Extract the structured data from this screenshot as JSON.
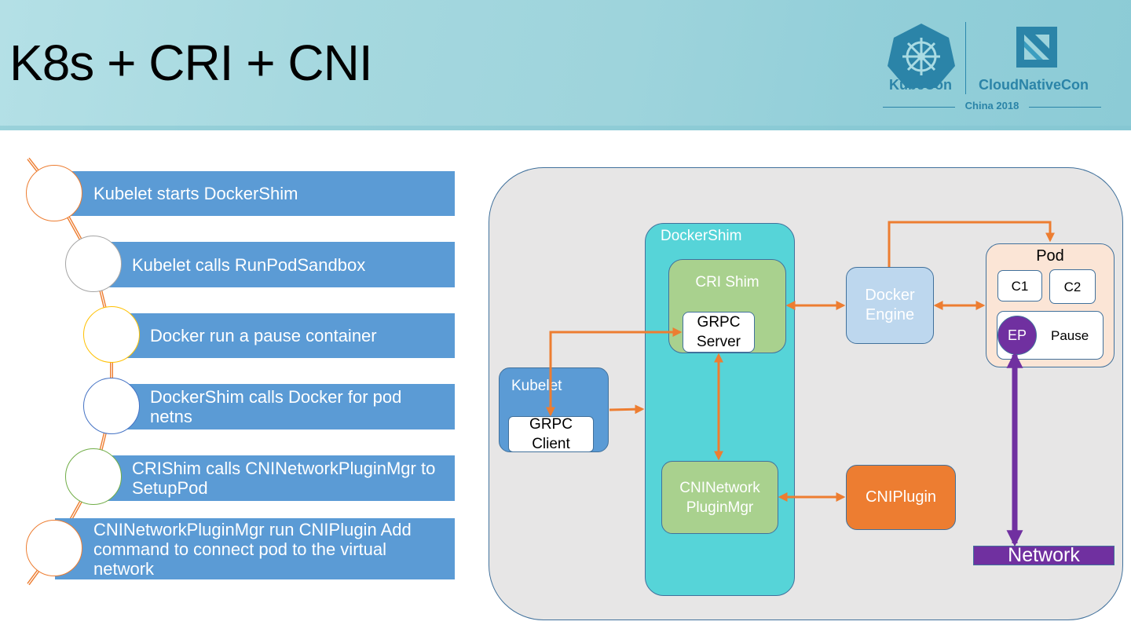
{
  "slide": {
    "title": "K8s + CRI + CNI"
  },
  "branding": {
    "left_logo": "KubeCon",
    "right_logo": "CloudNativeCon",
    "event": "China 2018",
    "icons": [
      "kubernetes-helm-icon",
      "cncf-icon"
    ]
  },
  "steps": [
    {
      "text": "Kubelet starts DockerShim",
      "ring_color": "#ed7d31"
    },
    {
      "text": "Kubelet calls RunPodSandbox",
      "ring_color": "#a5a5a5"
    },
    {
      "text": "Docker run a pause container",
      "ring_color": "#ffc000"
    },
    {
      "text": "DockerShim calls Docker for pod netns",
      "ring_color": "#4472c4"
    },
    {
      "text": "CRIShim calls CNINetworkPluginMgr to SetupPod",
      "ring_color": "#70ad47"
    },
    {
      "text": "CNINetworkPluginMgr run CNIPlugin Add command to connect pod to the virtual network",
      "ring_color": "#ed7d31"
    }
  ],
  "diagram": {
    "dockershim": "DockerShim",
    "cri_shim": "CRI Shim",
    "grpc_server": "GRPC Server",
    "kubelet": "Kubelet",
    "grpc_client": "GRPC Client",
    "docker_engine": "Docker Engine",
    "pod": "Pod",
    "c1": "C1",
    "c2": "C2",
    "ep": "EP",
    "pause": "Pause",
    "cni_mgr": "CNINetwork PluginMgr",
    "cni_plugin": "CNIPlugin",
    "network": "Network",
    "colors": {
      "arrow": "#ed7d31",
      "network_arrow": "#7030a0",
      "dockershim_fill": "#56d4d8",
      "cri_fill": "#a9d18e",
      "kubelet_fill": "#5b9bd5",
      "docker_engine_fill": "#bdd7ee",
      "pod_fill": "#fbe5d6",
      "cni_plugin_fill": "#ed7d31",
      "network_fill": "#7030a0",
      "outer_fill": "#e7e6e6"
    }
  }
}
